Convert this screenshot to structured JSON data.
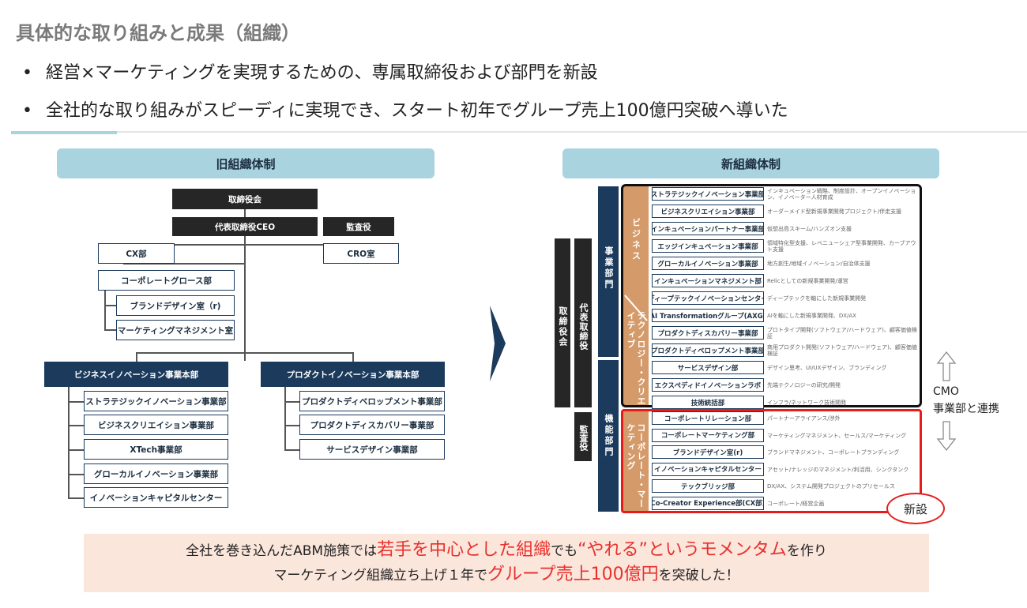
{
  "title": "具体的な取り組みと成果（組織）",
  "bullet_mark": "•",
  "bullets": [
    "経営×マーケティングを実現するための、専属取締役および部門を新設",
    "全社的な取り組みがスピーディに実現でき、スタート初年でグループ売上100億円突破へ導いた"
  ],
  "old": {
    "header": "旧組織体制",
    "board": "取締役会",
    "ceo": "代表取締役CEO",
    "auditor": "監査役",
    "cx": "CX部",
    "cro": "CRO室",
    "corp_growth": "コーポレートグロース部",
    "brand_design": "ブランドデザイン室（r)",
    "mkt_mgmt": "マーケティングマネジメント室",
    "biz_innov_hq": "ビジネスイノベーション事業本部",
    "prod_innov_hq": "プロダクトイノベーション事業本部",
    "biz_units": [
      "ストラテジックイノベーション事業部",
      "ビジネスクリエイション事業部",
      "XTech事業部",
      "グローカルイノベーション事業部",
      "イノベーションキャピタルセンター"
    ],
    "prod_units": [
      "プロダクトディベロップメント事業部",
      "プロダクトディスカバリー事業部",
      "サービスデザイン事業部"
    ]
  },
  "new": {
    "header": "新組織体制",
    "board_vertical": "取締役会",
    "ceo_vertical": "代表取締役",
    "auditor_vertical": "監査役",
    "biz_division_vertical": "事業部門",
    "func_division_vertical": "機能部門",
    "business_stripe": "ビジネス",
    "tech_stripe": "テクノロジー・クリエイティブ",
    "corp_stripe": "コーポレート・マーケティング",
    "units": [
      {
        "name": "ストラテジックイノベーション事業部",
        "desc": "インキュベーション戦略、制度設計、オープンイノベーション、イノベーター人材育成"
      },
      {
        "name": "ビジネスクリエイション事業部",
        "desc": "オーダーメイド型新規事業開発プロジェクト/伴走支援"
      },
      {
        "name": "インキュベーションパートナー事業部",
        "desc": "仮想出島スキーム/ハンズオン支援"
      },
      {
        "name": "エッジインキュベーション事業部",
        "desc": "領域特化型支援、レベニューシェア型事業開発、カーブアウト支援"
      },
      {
        "name": "グローカルイノベーション事業部",
        "desc": "地方創生/地域イノベーション/自治体支援"
      },
      {
        "name": "インキュベーションマネジメント部",
        "desc": "Relicとしての新規事業開発/運営"
      },
      {
        "name": "ディープテックイノベーションセンター",
        "desc": "ディープテックを軸にした新規事業開発"
      },
      {
        "name": "AI Transformationグループ(AXG)",
        "desc": "AIを軸にした新規事業開発、DX/AX"
      },
      {
        "name": "プロダクトディスカバリー事業部",
        "desc": "プロトタイプ開発(ソフトウェア/ハードウェア)、顧客価値検証"
      },
      {
        "name": "プロダクトディベロップメント事業部",
        "desc": "商用プロダクト開発(ソフトウェア/ハードウェア)、顧客価値検証"
      },
      {
        "name": "サービスデザイン部",
        "desc": "デザイン思考、UI/UXデザイン、ブランディング"
      },
      {
        "name": "エクスペディドイノベーションラボ",
        "desc": "先端テクノロジーの研究/開発"
      },
      {
        "name": "技術統括部",
        "desc": "インフラ/ネットワーク技術開発"
      },
      {
        "name": "コーポレートリレーション部",
        "desc": "パートナーアライアンス/渉外"
      },
      {
        "name": "コーポレートマーケティング部",
        "desc": "マーケティングマネジメント、セールス/マーケティング"
      },
      {
        "name": "ブランドデザイン室(r)",
        "desc": "ブランドマネジメント、コーポレートブランディング"
      },
      {
        "name": "イノベーションキャピタルセンター",
        "desc": "アセット/ナレッジのマネジメント/利活用、シンクタンク"
      },
      {
        "name": "テックブリッジ部",
        "desc": "DX/AX、システム開発プロジェクトのプリセールス"
      },
      {
        "name": "Co-Creator Experience部(CX部)",
        "desc": "コーポレート/経営企画"
      }
    ],
    "cmo_label_1": "CMO",
    "cmo_label_2": "事業部と連携",
    "new_badge": "新設"
  },
  "footer": {
    "l1_a": "全社を巻き込んだABM施策では",
    "l1_b": "若手を中心とした組織",
    "l1_c": "でも",
    "l1_d": "“やれる”というモメンタム",
    "l1_e": "を作り",
    "l2_a": "マーケティング組織立ち上げ１年で",
    "l2_b": "グループ売上100億円",
    "l2_c": "を突破した！"
  },
  "colors": {
    "navy": "#1b3a5c",
    "dark": "#262626",
    "header_bg": "#a9d3df",
    "stripe": "#d49a6a",
    "highlight": "#e8302c",
    "footer_bg": "#fbe6dc"
  }
}
